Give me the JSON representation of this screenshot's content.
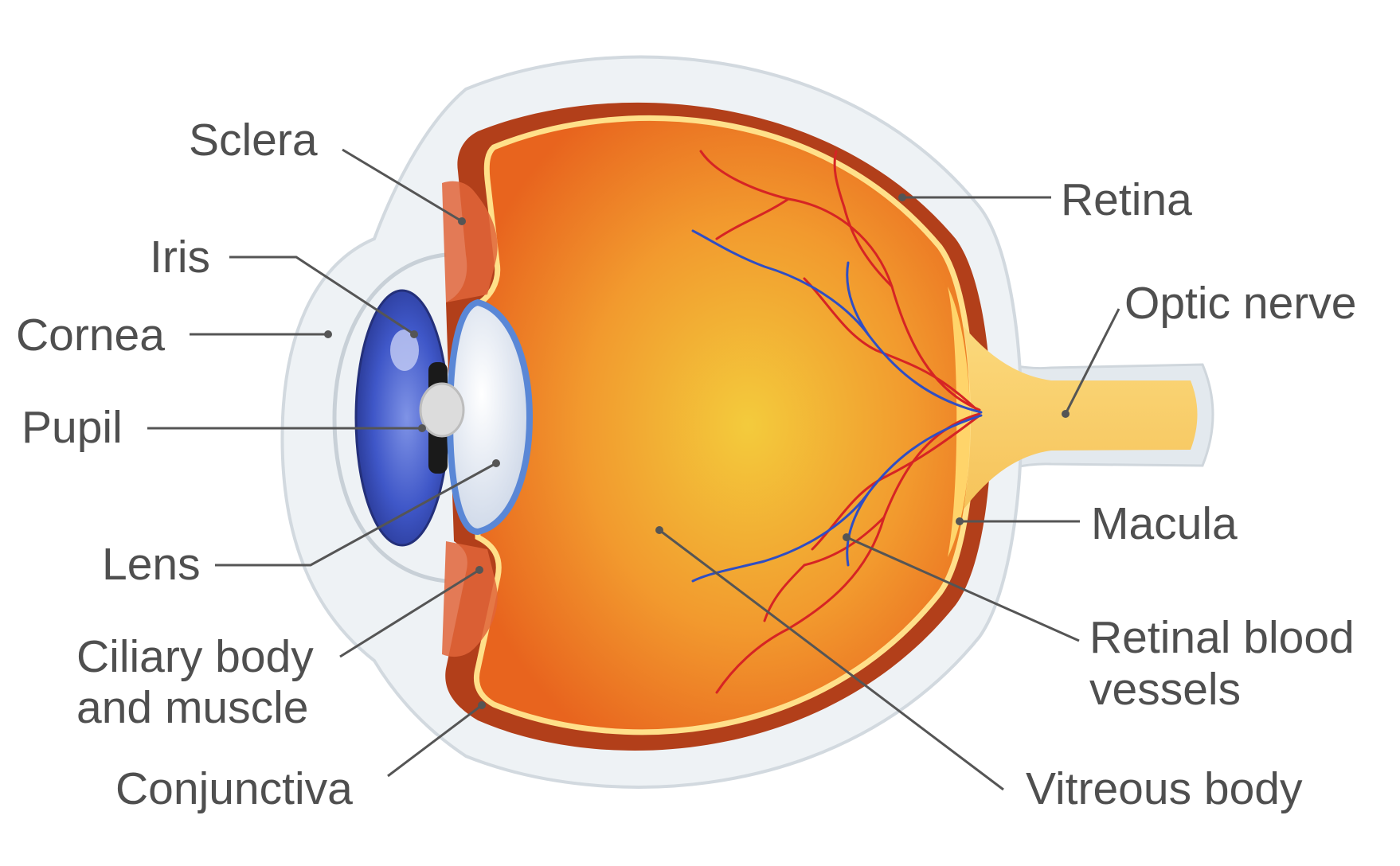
{
  "labels": {
    "sclera": "Sclera",
    "iris": "Iris",
    "cornea": "Cornea",
    "pupil": "Pupil",
    "lens": "Lens",
    "ciliary_line1": "Ciliary body",
    "ciliary_line2": "and muscle",
    "conjunctiva": "Conjunctiva",
    "retina": "Retina",
    "optic_nerve": "Optic nerve",
    "macula": "Macula",
    "retinal_vessels_line1": "Retinal blood",
    "retinal_vessels_line2": "vessels",
    "vitreous": "Vitreous body"
  },
  "colors": {
    "label_text": "#4f4f4f",
    "leader_line": "#555555",
    "sclera_outer": "#d7dee4",
    "sclera_fill": "#eef2f5",
    "choroid": "#b2401a",
    "retina_line": "#ffe08a",
    "vitreous_center": "#f2c33a",
    "vitreous_edge": "#e86a22",
    "iris_blue": "#3a4fbf",
    "lens_fill": "#e6edf6",
    "optic_nerve": "#f9cf70",
    "artery": "#d92626",
    "vein": "#2f4ec4"
  }
}
